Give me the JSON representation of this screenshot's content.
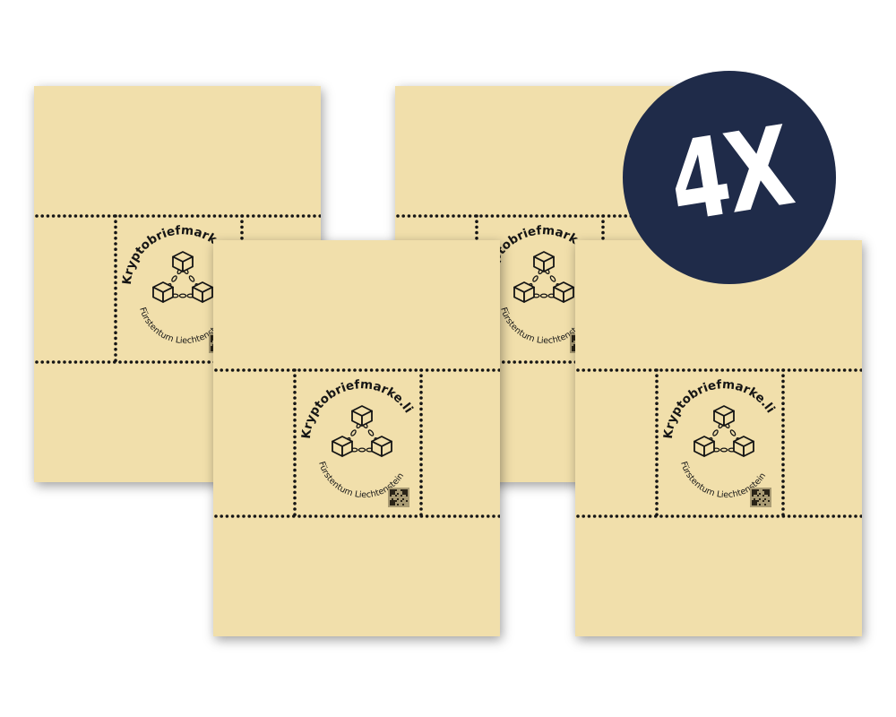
{
  "stamp": {
    "brand": "Kryptobriefmarke.li",
    "country": "Fürstentum Liechtenstein"
  },
  "badge": {
    "text": "4X"
  },
  "colors": {
    "paper": "#f1dfab",
    "badge": "#1f2b49",
    "ink": "#151515",
    "qr_tile": "#a99b74"
  },
  "icons": [
    "blockchain-cubes-icon",
    "qr-code-icon"
  ]
}
